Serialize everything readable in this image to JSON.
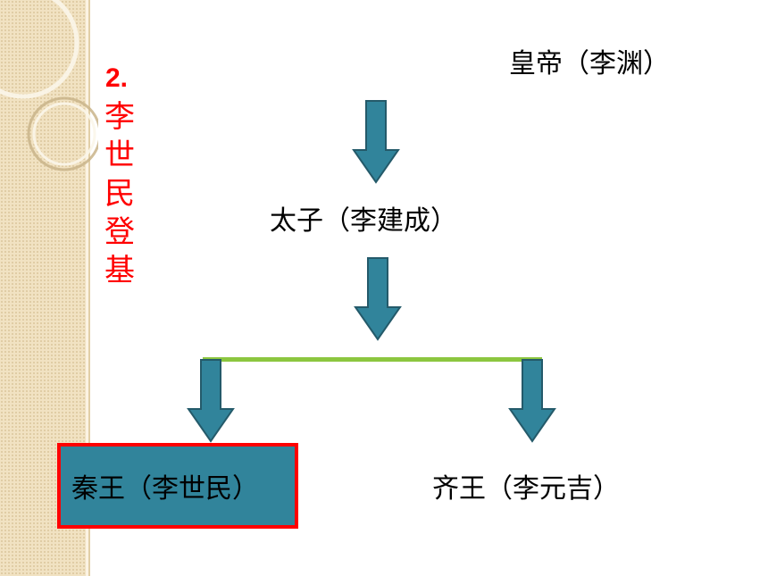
{
  "heading": {
    "number": "2.",
    "text": "李世民登基"
  },
  "nodes": {
    "emperor": "皇帝（李渊）",
    "crown_prince": "太子（李建成）",
    "qin_wang": "秦王（李世民）",
    "qi_wang": "齐王（李元吉）"
  },
  "colors": {
    "heading": "#ff0000",
    "arrow_fill": "#31849b",
    "arrow_stroke": "#245a6a",
    "branch_bar": "#8cc63f",
    "highlight_fill": "#31849b",
    "highlight_border": "#ff0000",
    "band": "#f1e2c2"
  },
  "icons": [
    "down-arrow-icon"
  ]
}
